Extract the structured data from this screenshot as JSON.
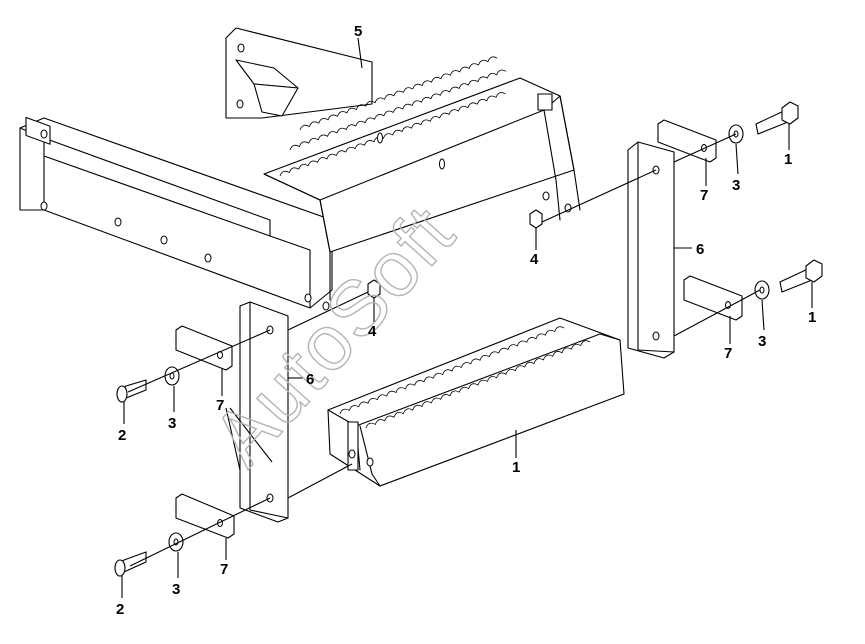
{
  "watermark": "AutoSoft",
  "callouts": {
    "c1a": "1",
    "c1b": "1",
    "c1c": "1",
    "c2a": "2",
    "c2b": "2",
    "c3a": "3",
    "c3b": "3",
    "c3c": "3",
    "c3d": "3",
    "c4a": "4",
    "c4b": "4",
    "c5": "5",
    "c6a": "6",
    "c6b": "6",
    "c7a": "7",
    "c7b": "7",
    "c7c": "7",
    "c7d": "7"
  },
  "parts": {
    "1": "bolt",
    "2": "bolt",
    "3": "washer",
    "4": "nut",
    "5": "step-bracket",
    "6": "mounting-plate",
    "7": "clamp-plate"
  }
}
